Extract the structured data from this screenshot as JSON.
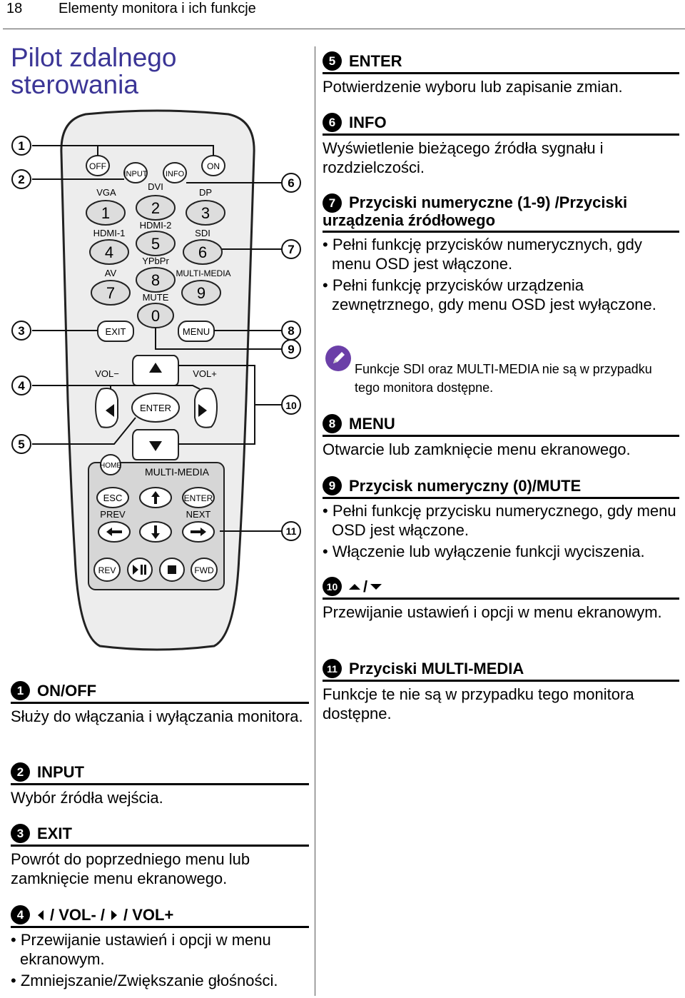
{
  "header": {
    "page_number": "18",
    "title": "Elementy monitora i ich funkcje"
  },
  "main_title": "Pilot zdalnego sterowania",
  "remote": {
    "buttons": {
      "off": "OFF",
      "input": "INPUT",
      "info": "INFO",
      "on": "ON",
      "vga": "VGA",
      "dvi": "DVI",
      "dp": "DP",
      "n1": "1",
      "n2": "2",
      "n3": "3",
      "hdmi1": "HDMI-1",
      "hdmi2": "HDMI-2",
      "sdi": "SDI",
      "n4": "4",
      "n5": "5",
      "n6": "6",
      "ypbpr": "YPbPr",
      "av": "AV",
      "multimedia_src": "MULTI-MEDIA",
      "n7": "7",
      "n8": "8",
      "n9": "9",
      "mute": "MUTE",
      "n0": "0",
      "exit": "EXIT",
      "menu": "MENU",
      "vol_minus": "VOL−",
      "vol_plus": "VOL+",
      "enter": "ENTER",
      "home": "HOME",
      "multimedia": "MULTI-MEDIA",
      "esc": "ESC",
      "enter_mm": "ENTER",
      "prev": "PREV",
      "next": "NEXT",
      "rev": "REV",
      "fwd": "FWD"
    },
    "callouts": [
      "1",
      "2",
      "3",
      "4",
      "5",
      "6",
      "7",
      "8",
      "9",
      "10",
      "11"
    ]
  },
  "sections": {
    "s1": {
      "num": "1",
      "title": "ON/OFF",
      "body": "Służy do włączania i wyłączania monitora."
    },
    "s2": {
      "num": "2",
      "title": "INPUT",
      "body": "Wybór źródła wejścia."
    },
    "s3": {
      "num": "3",
      "title": "EXIT",
      "body": "Powrót do poprzedniego menu lub zamknięcie menu ekranowego."
    },
    "s4": {
      "num": "4",
      "title_part1": "/ VOL- /",
      "title_part2": "/ VOL+",
      "bullets": [
        "Przewijanie ustawień i opcji w menu ekranowym.",
        "Zmniejszanie/Zwiększanie głośności."
      ]
    },
    "s5": {
      "num": "5",
      "title": "ENTER",
      "body": "Potwierdzenie wyboru lub zapisanie zmian."
    },
    "s6": {
      "num": "6",
      "title": "INFO",
      "body": "Wyświetlenie bieżącego źródła sygnału i rozdzielczości."
    },
    "s7": {
      "num": "7",
      "title": "Przyciski numeryczne (1-9) /Przyciski urządzenia źródłowego",
      "bullets": [
        "Pełni funkcję przycisków numerycznych, gdy menu OSD jest włączone.",
        "Pełni funkcję przycisków urządzenia zewnętrznego, gdy menu OSD jest wyłączone."
      ]
    },
    "note": "Funkcje SDI oraz MULTI-MEDIA nie są w przypadku tego monitora dostępne.",
    "s8": {
      "num": "8",
      "title": "MENU",
      "body": "Otwarcie lub zamknięcie menu ekranowego."
    },
    "s9": {
      "num": "9",
      "title": "Przycisk numeryczny (0)/MUTE",
      "bullets": [
        "Pełni funkcję przycisku numerycznego, gdy menu OSD jest włączone.",
        "Włączenie lub wyłączenie funkcji wyciszenia."
      ]
    },
    "s10": {
      "num": "10",
      "title": "/",
      "body": "Przewijanie ustawień i opcji w menu ekranowym."
    },
    "s11": {
      "num": "11",
      "title": "Przyciski MULTI-MEDIA",
      "body": "Funkcje te nie są w przypadku tego monitora dostępne."
    }
  }
}
